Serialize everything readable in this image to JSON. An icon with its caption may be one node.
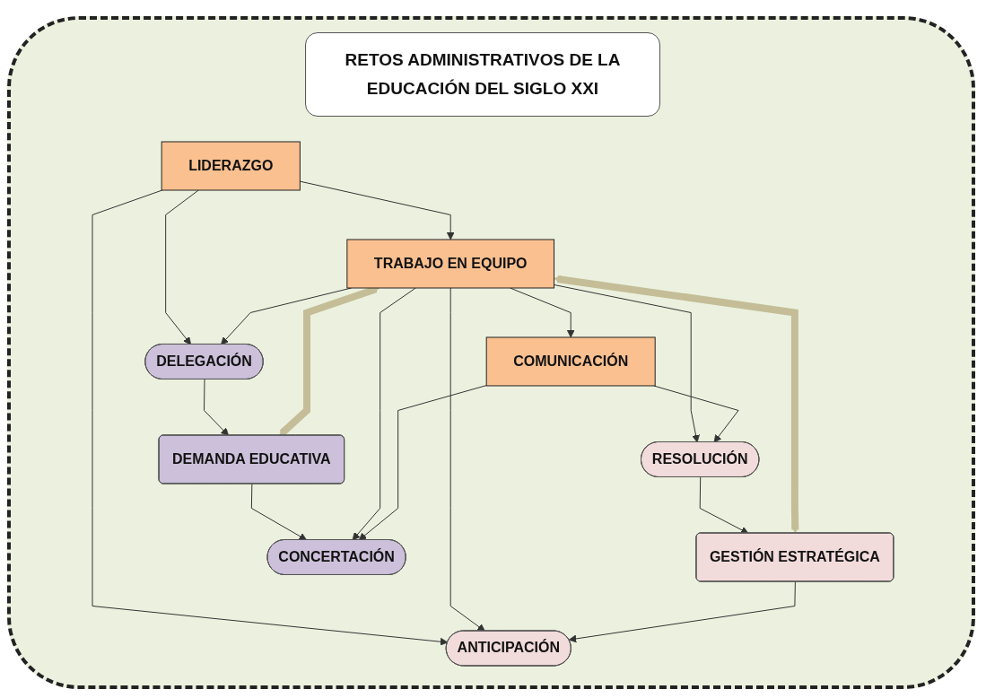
{
  "diagram": {
    "title": "RETOS ADMINISTRATIVOS DE LA EDUCACIÓN DEL SIGLO XXI",
    "nodes": [
      {
        "text": [
          "ANTICIPACIÓN"
        ]
      },
      {
        "text": [
          "DELEGACIÓN"
        ]
      },
      {
        "text": [
          "LIDERAZGO"
        ]
      },
      {
        "text": [
          "GESTIÓN ESTRATÉGICA"
        ]
      },
      {
        "text": [
          "TRABAJO EN EQUIPO"
        ]
      },
      {
        "text": [
          "DEMANDA EDUCATIVA"
        ]
      },
      {
        "text": [
          "COMUNICACIÓN"
        ]
      },
      {
        "text": [
          "RESOLUCIÓN"
        ]
      },
      {
        "text": [
          "CONCERTACIÓN"
        ]
      }
    ],
    "edges": [
      {
        "from": 2,
        "to": 0,
        "arrow": "to"
      },
      {
        "from": 2,
        "to": 1,
        "arrow": "to"
      },
      {
        "from": 2,
        "to": 4,
        "arrow": "to"
      },
      {
        "from": 4,
        "to": 0,
        "arrow": "to"
      },
      {
        "from": 4,
        "to": 1,
        "arrow": "to"
      },
      {
        "from": 3,
        "to": 0,
        "arrow": "to"
      },
      {
        "from": 1,
        "to": 5,
        "arrow": "to"
      },
      {
        "from": 3,
        "to": 4,
        "arrow": "both",
        "style": "thick",
        "color": "#c4bd97"
      },
      {
        "from": 4,
        "to": 5,
        "arrow": "both",
        "style": "thick",
        "color": "#c4bd97"
      },
      {
        "from": 7,
        "to": 3,
        "arrow": "to"
      },
      {
        "from": 5,
        "to": 8,
        "arrow": "to"
      },
      {
        "from": 4,
        "to": 6,
        "arrow": "to"
      },
      {
        "from": 4,
        "to": 7,
        "arrow": "to"
      },
      {
        "from": 4,
        "to": 8,
        "arrow": "to"
      },
      {
        "from": 6,
        "to": 7,
        "arrow": "to"
      },
      {
        "from": 6,
        "to": 8,
        "arrow": "to"
      }
    ]
  }
}
